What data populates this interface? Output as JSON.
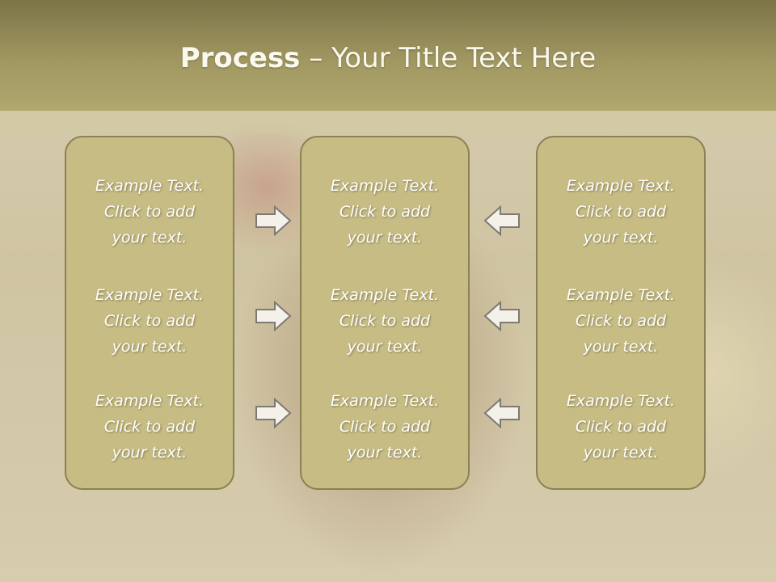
{
  "title": {
    "bold": "Process",
    "rest": " – Your Title Text Here"
  },
  "columns": [
    {
      "items": [
        {
          "line1": "Example Text.",
          "line2": "Click  to add",
          "line3": "your text."
        },
        {
          "line1": "Example Text.",
          "line2": "Click  to add",
          "line3": "your text."
        },
        {
          "line1": "Example Text.",
          "line2": "Click  to add",
          "line3": "your text."
        }
      ]
    },
    {
      "items": [
        {
          "line1": "Example Text.",
          "line2": "Click  to add",
          "line3": "your text."
        },
        {
          "line1": "Example Text.",
          "line2": "Click  to add",
          "line3": "your text."
        },
        {
          "line1": "Example Text.",
          "line2": "Click  to add",
          "line3": "your text."
        }
      ]
    },
    {
      "items": [
        {
          "line1": "Example Text.",
          "line2": "Click  to add",
          "line3": "your text."
        },
        {
          "line1": "Example Text.",
          "line2": "Click  to add",
          "line3": "your text."
        },
        {
          "line1": "Example Text.",
          "line2": "Click  to add",
          "line3": "your text."
        }
      ]
    }
  ],
  "arrows": {
    "left_group": "right-arrow-icon",
    "right_group": "left-arrow-icon"
  },
  "colors": {
    "header": "#a39a63",
    "box_fill": "#c6bc84",
    "box_border": "#8a8155",
    "text": "#ffffff"
  }
}
